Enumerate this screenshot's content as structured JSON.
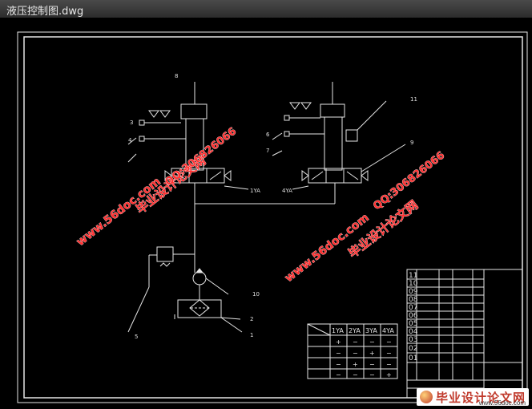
{
  "window": {
    "title": "液压控制图.dwg"
  },
  "drawing": {
    "part_numbers": [
      "1",
      "2",
      "3",
      "4",
      "5",
      "6",
      "7",
      "8",
      "9",
      "10",
      "11"
    ],
    "coil_labels": [
      "1YA",
      "2YA",
      "3YA",
      "4YA"
    ],
    "bom_rows": [
      "11",
      "10",
      "09",
      "08",
      "07",
      "06",
      "05",
      "04",
      "03",
      "02",
      "01"
    ],
    "truth_table": {
      "headers": [
        "1YA",
        "2YA",
        "3YA",
        "4YA"
      ],
      "rows": [
        [
          "+",
          "−",
          "−",
          "−"
        ],
        [
          "−",
          "−",
          "+",
          "−"
        ],
        [
          "−",
          "+",
          "−",
          "−"
        ],
        [
          "−",
          "−",
          "−",
          "+"
        ]
      ]
    }
  },
  "watermarks": {
    "site": "www.56doc.com",
    "name": "毕业设计论文网",
    "qq": "QQ:306826066"
  },
  "logo": {
    "text": "毕业设计论文网",
    "sub": "www.56doc.com"
  }
}
